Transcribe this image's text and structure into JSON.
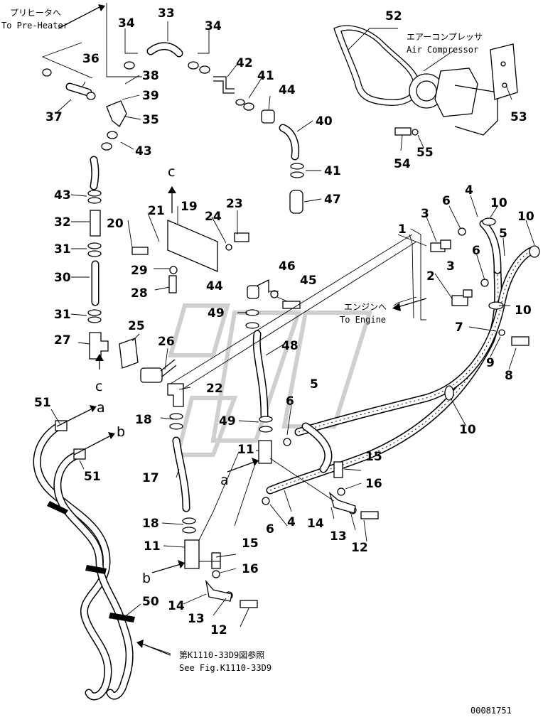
{
  "annotations": {
    "pre_heater_jp": "プリヒータへ",
    "pre_heater_en": "To Pre-Heater",
    "air_compressor_jp": "エアーコンプレッサ",
    "air_compressor_en": "Air Compressor",
    "engine_jp": "エンジンへ",
    "engine_en": "To Engine",
    "see_fig_jp": "第K1110-33D9図参照",
    "see_fig_en": "See Fig.K1110-33D9",
    "drawing_number": "00081751"
  },
  "connection_tags": [
    "a",
    "b",
    "c"
  ],
  "part_numbers": [
    "1",
    "2",
    "3",
    "4",
    "5",
    "6",
    "7",
    "8",
    "9",
    "10",
    "11",
    "12",
    "13",
    "14",
    "15",
    "16",
    "17",
    "18",
    "19",
    "20",
    "21",
    "22",
    "23",
    "24",
    "25",
    "26",
    "27",
    "28",
    "29",
    "30",
    "31",
    "32",
    "33",
    "34",
    "35",
    "36",
    "37",
    "38",
    "39",
    "40",
    "41",
    "42",
    "43",
    "44",
    "45",
    "46",
    "47",
    "48",
    "49",
    "50",
    "51",
    "52",
    "53",
    "54",
    "55"
  ]
}
